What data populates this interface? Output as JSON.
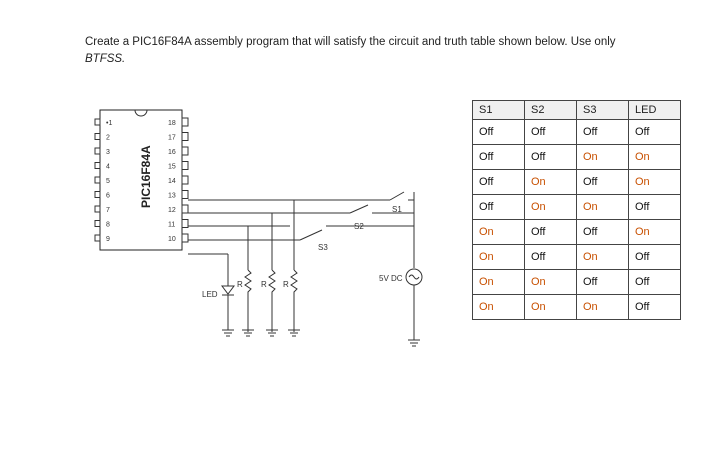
{
  "prompt": {
    "line1": "Create a PIC16F84A assembly program that will satisfy the circuit and truth table shown below.  Use only",
    "line2": "BTFSS."
  },
  "circuit": {
    "chip_label": "PIC16F84A",
    "left_pins": [
      "1",
      "2",
      "3",
      "4",
      "5",
      "6",
      "7",
      "8",
      "9"
    ],
    "right_pins": [
      "18",
      "17",
      "16",
      "15",
      "14",
      "13",
      "12",
      "11",
      "10"
    ],
    "switch_labels": [
      "S1",
      "S2",
      "S3"
    ],
    "resistor_labels": [
      "R",
      "R",
      "R"
    ],
    "led_label": "LED",
    "source_label": "5V DC"
  },
  "truth_table": {
    "headers": [
      "S1",
      "S2",
      "S3",
      "LED"
    ],
    "rows": [
      [
        "Off",
        "Off",
        "Off",
        "Off"
      ],
      [
        "Off",
        "Off",
        "On",
        "On"
      ],
      [
        "Off",
        "On",
        "Off",
        "On"
      ],
      [
        "Off",
        "On",
        "On",
        "Off"
      ],
      [
        "On",
        "Off",
        "Off",
        "On"
      ],
      [
        "On",
        "Off",
        "On",
        "Off"
      ],
      [
        "On",
        "On",
        "Off",
        "Off"
      ],
      [
        "On",
        "On",
        "On",
        "Off"
      ]
    ]
  },
  "colors": {
    "on": "#c85000",
    "off": "#111111"
  }
}
